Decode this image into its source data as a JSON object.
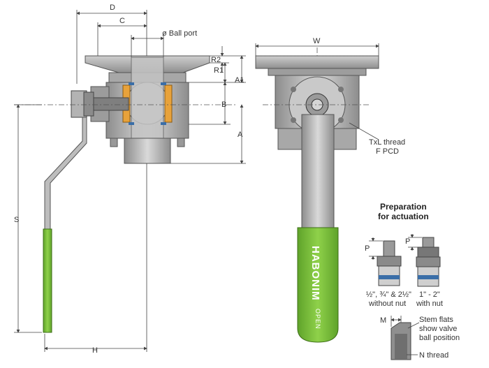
{
  "dimensions": {
    "d": "D",
    "c": "C",
    "ball_port": "ø Ball port",
    "r2": "R2",
    "r1": "R1",
    "a1": "A1",
    "b": "B",
    "a": "A",
    "s": "S",
    "h": "H",
    "w": "W",
    "p_left": "P",
    "p_right": "P",
    "m": "M"
  },
  "callouts": {
    "txl_thread": "TxL thread",
    "f_pcd": "F PCD",
    "stem_flats_1": "Stem flats",
    "stem_flats_2": "show valve",
    "stem_flats_3": "ball position",
    "n_thread": "N thread"
  },
  "actuation": {
    "title_1": "Preparation",
    "title_2": "for actuation",
    "left_size": "½\", ¾\" & 2½\"",
    "left_note": "without nut",
    "right_size": "1\" - 2\"",
    "right_note": "with nut"
  },
  "handle": {
    "brand": "HABONIM",
    "open_label": "OPEN"
  },
  "colors": {
    "handle_green": "#7dbe3c",
    "seat_orange": "#e8a23a",
    "seal_blue": "#3a6ea8",
    "steel": "#b8b8b8"
  }
}
